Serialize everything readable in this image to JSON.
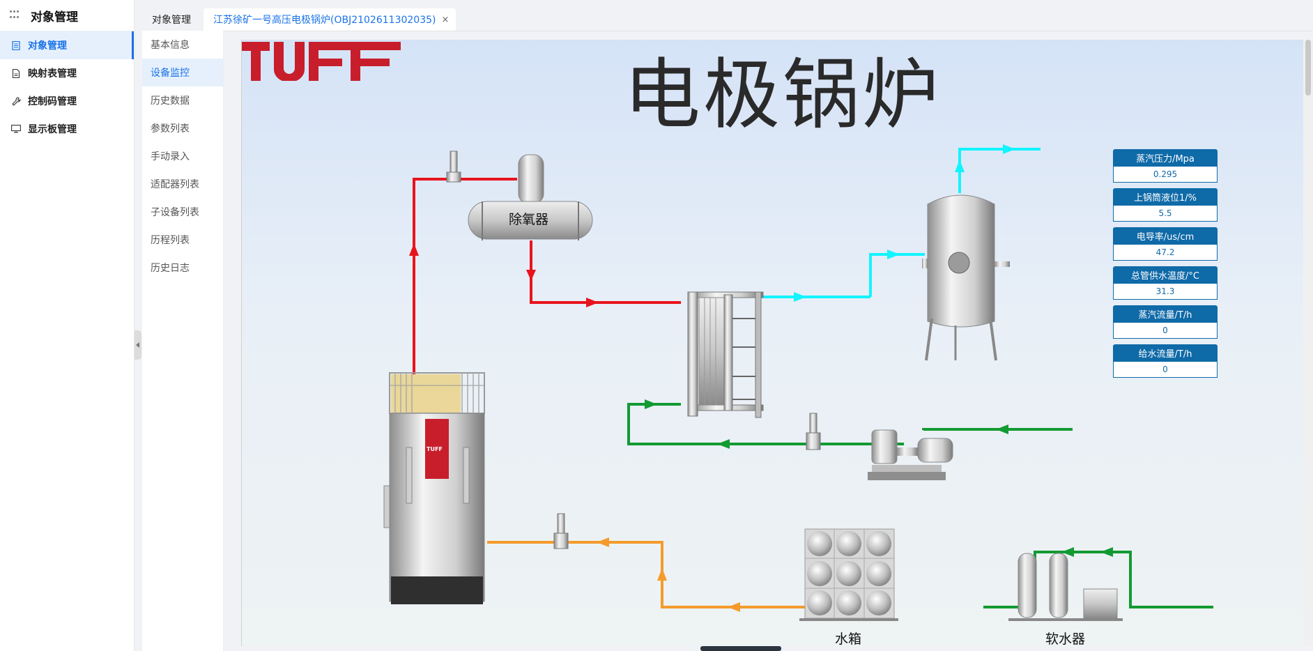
{
  "sidebar": {
    "title": "对象管理",
    "items": [
      {
        "label": "对象管理",
        "icon": "list-icon"
      },
      {
        "label": "映射表管理",
        "icon": "document-icon"
      },
      {
        "label": "控制码管理",
        "icon": "wrench-icon"
      },
      {
        "label": "显示板管理",
        "icon": "monitor-icon"
      }
    ]
  },
  "subnav": {
    "items": [
      "基本信息",
      "设备监控",
      "历史数据",
      "参数列表",
      "手动录入",
      "适配器列表",
      "子设备列表",
      "历程列表",
      "历史日志"
    ]
  },
  "tabs": {
    "first": "对象管理",
    "second": "江苏徐矿一号高压电极锅炉(OBJ2102611302035)",
    "close": "×"
  },
  "scada": {
    "title": "电极锅炉",
    "logo": "TUFF",
    "deaerator_label": "除氧器",
    "water_tank_label": "水箱",
    "softener_label": "软水器",
    "boiler_badge": "TUFF",
    "colors": {
      "red": "#e8141d",
      "cyan": "#12f4ff",
      "green": "#139a32",
      "orange": "#f49b2c",
      "panel": "#0f6aa8"
    },
    "readings": [
      {
        "label": "蒸汽压力/Mpa",
        "value": "0.295"
      },
      {
        "label": "上锅筒液位1/%",
        "value": "5.5"
      },
      {
        "label": "电导率/us/cm",
        "value": "47.2"
      },
      {
        "label": "总管供水温度/°C",
        "value": "31.3"
      },
      {
        "label": "蒸汽流量/T/h",
        "value": "0"
      },
      {
        "label": "给水流量/T/h",
        "value": "0"
      }
    ]
  }
}
